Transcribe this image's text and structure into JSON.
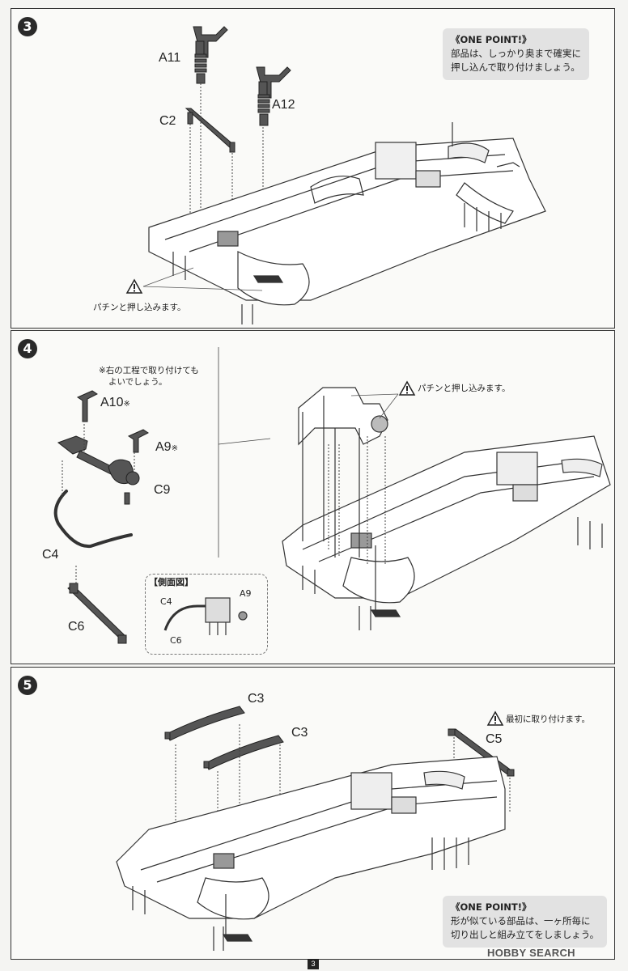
{
  "page": {
    "number": "3",
    "watermark": "HOBBY SEARCH"
  },
  "step3": {
    "number": "3",
    "one_point_title": "《ONE POINT!》",
    "one_point_text": [
      "部品は、しっかり奥まで確実に",
      "押し込んで取り付けましょう。"
    ],
    "labels": {
      "a11": "A11",
      "a12": "A12",
      "c2": "C2"
    },
    "warning_text": "パチンと押し込みます。"
  },
  "step4": {
    "number": "4",
    "note": [
      "※右の工程で取り付けても",
      "よいでしょう。"
    ],
    "labels": {
      "a10": "A10",
      "a9": "A9",
      "c9": "C9",
      "c4": "C4",
      "c6": "C6",
      "note_mark": "※"
    },
    "warning_text": "パチンと押し込みます。",
    "side_view": {
      "title": "【側面図】",
      "c4": "C4",
      "a9": "A9",
      "c6": "C6"
    }
  },
  "step5": {
    "number": "5",
    "labels": {
      "c3_upper": "C3",
      "c3_lower": "C3",
      "c5": "C5"
    },
    "warning_text": "最初に取り付けます。",
    "one_point_title": "《ONE POINT!》",
    "one_point_text": [
      "形が似ている部品は、一ヶ所毎に",
      "切り出しと組み立てをしましょう。"
    ]
  },
  "icons": [
    "warning-triangle-icon",
    "chassis-illustration",
    "part-illustration"
  ]
}
